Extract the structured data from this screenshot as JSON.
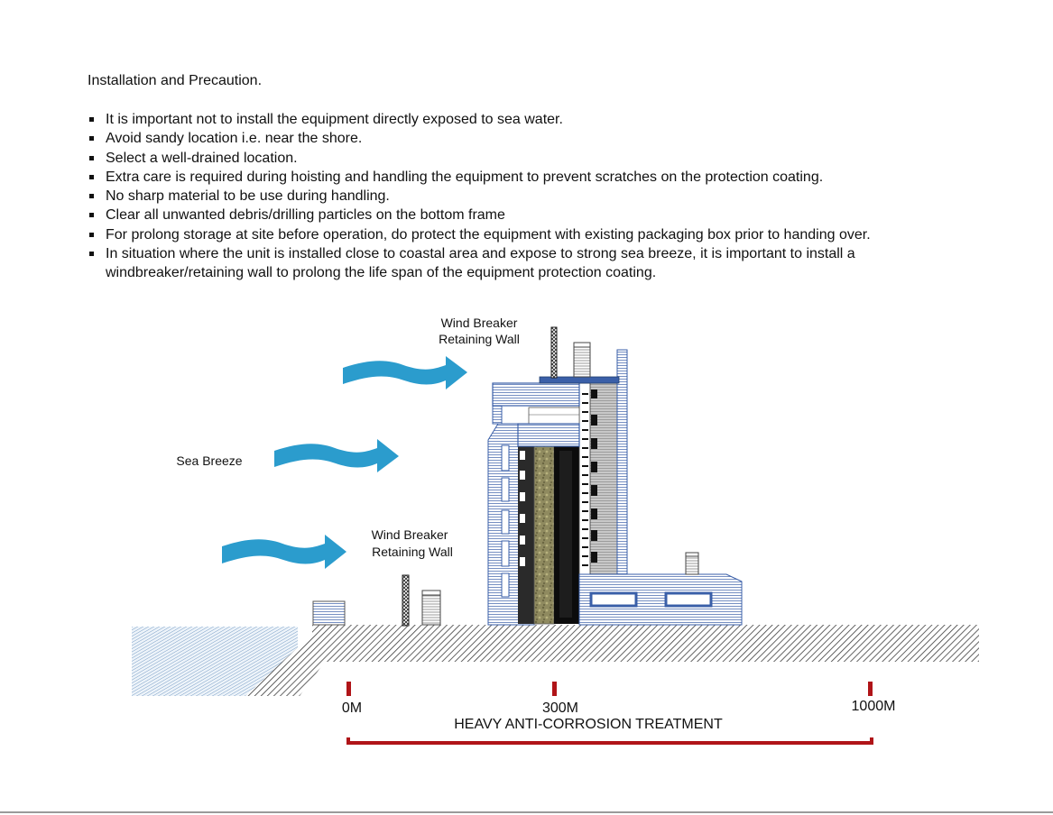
{
  "heading": "Installation and Precaution.",
  "bullets": [
    "It is important not to install the equipment directly exposed to sea water.",
    "Avoid sandy location i.e. near the shore.",
    "Select a well-drained location.",
    "Extra care is required during hoisting and handling the equipment to prevent scratches on the protection coating.",
    "No sharp material to be use during handling.",
    "Clear all unwanted debris/drilling particles on the bottom frame",
    "For prolong storage at site before operation, do protect the equipment with existing packaging box prior to handing over.",
    "In situation where the unit is installed close to coastal area and expose to strong sea breeze, it is important to install a windbreaker/retaining wall to prolong the life span of the equipment protection coating."
  ],
  "diagram": {
    "top_wall_label": [
      "Wind Breaker",
      "Retaining Wall"
    ],
    "sea_breeze_label": "Sea Breeze",
    "low_wall_label": [
      "Wind Breaker",
      "Retaining Wall"
    ],
    "distance_markers": [
      "0M",
      "300M",
      "1000M"
    ],
    "treatment_label": "HEAVY ANTI-CORROSION TREATMENT",
    "colors": {
      "arrow": "#2b9ccd",
      "marker": "#b01418",
      "building_blue": "#3a5fa8",
      "ground_hatch": "#3c3c3c",
      "sea_hatch": "#5a87b8"
    }
  }
}
